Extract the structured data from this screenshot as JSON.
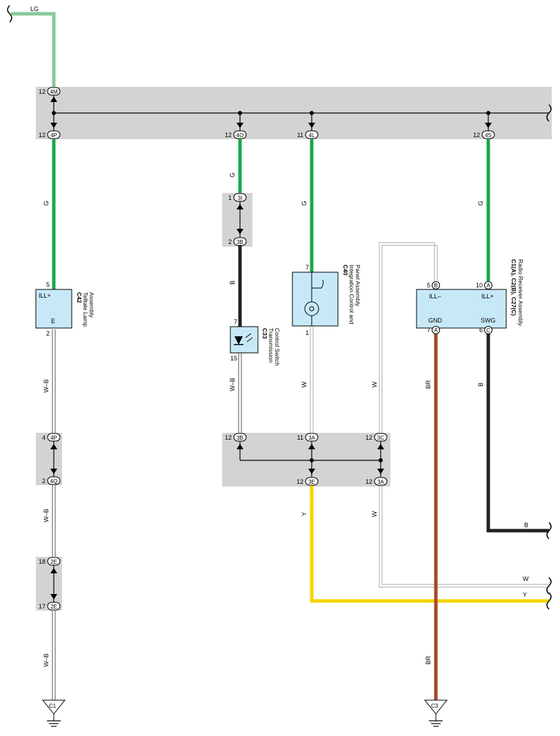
{
  "wire_labels": {
    "lg": "LG",
    "g1": "G",
    "g2": "G",
    "g3": "G",
    "g4": "G",
    "wb1": "W–B",
    "wb2": "W–B",
    "wb3": "W–B",
    "wb4": "W–B",
    "b1": "B",
    "b2": "B",
    "b3": "B",
    "w1": "W",
    "w2": "W",
    "w3": "W",
    "w4": "W",
    "y1": "Y",
    "y2": "Y",
    "br1": "BR",
    "br2": "BR"
  },
  "connectors": {
    "c4m": {
      "code": "4M",
      "pin": "12"
    },
    "c4p_top": {
      "code": "4P",
      "pin": "12"
    },
    "c4o": {
      "code": "4O",
      "pin": "12"
    },
    "c4l": {
      "code": "4L",
      "pin": "11"
    },
    "c4s": {
      "code": "4S",
      "pin": "12"
    },
    "c3i": {
      "code": "3I",
      "pin": "1"
    },
    "c3b_top": {
      "code": "3B",
      "pin": "2"
    },
    "c4p_mid": {
      "code": "4P",
      "pin": "4"
    },
    "c4q": {
      "code": "4Q",
      "pin": "2"
    },
    "c2e_a": {
      "code": "2E",
      "pin": "18"
    },
    "c2e_b": {
      "code": "2E",
      "pin": "17"
    },
    "c3b_bot": {
      "code": "3B",
      "pin": "12"
    },
    "c3a_a": {
      "code": "3A",
      "pin": "11"
    },
    "c3c": {
      "code": "3C",
      "pin": "12"
    },
    "c3e": {
      "code": "3E",
      "pin": "12"
    },
    "c3a_b": {
      "code": "3A",
      "pin": "12"
    },
    "rr_b": {
      "code": "B",
      "pin": "5"
    },
    "rr_a1": {
      "code": "A",
      "pin": "10"
    },
    "rr_a2": {
      "code": "A",
      "pin": "7"
    },
    "rr_c": {
      "code": "C",
      "pin": "6"
    }
  },
  "components": {
    "c42": {
      "id": "C42",
      "name_line1": "Telltale Lamp",
      "name_line2": "Assembly",
      "term_top": "ILL+",
      "term_bottom": "E",
      "pin_top": "5",
      "pin_bottom": "2"
    },
    "c33": {
      "id": "C33",
      "name_line1": "Transmission",
      "name_line2": "Control Switch",
      "pin_top": "7",
      "pin_bottom": "15"
    },
    "c40": {
      "id": "C40",
      "name_line1": "Integration Control and",
      "name_line2": "Panel Assembly",
      "pin_top": "7",
      "pin_bottom": "1"
    },
    "radio": {
      "id": "C1(A), C2(B), C27(C)",
      "name_line1": "Radio Receiver Assembly",
      "term_ill_minus": "ILL–",
      "term_ill_plus": "ILL+",
      "term_gnd": "GND",
      "term_swg": "SWG"
    }
  },
  "grounds": {
    "g1": "C1",
    "g2": "C3"
  },
  "colors": {
    "lg": "#85c99a",
    "g": "#19a84a",
    "b": "#222222",
    "br": "#a24a2a",
    "y": "#f4d400",
    "component": "#c7e9f7",
    "block": "#d3d3d3"
  }
}
